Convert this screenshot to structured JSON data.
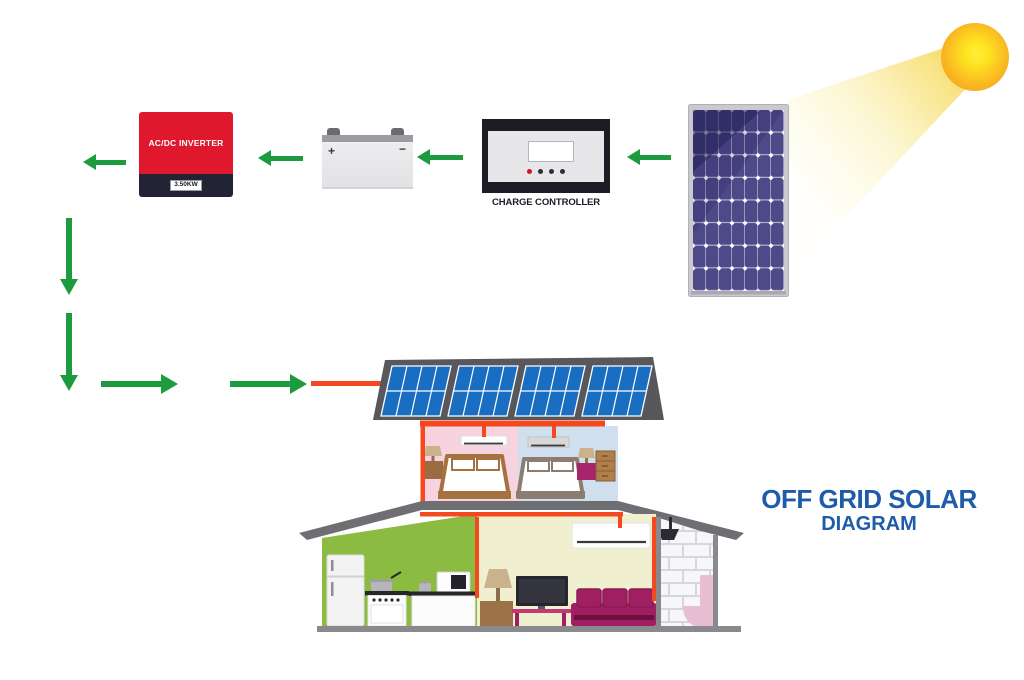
{
  "title": {
    "line1": "OFF GRID SOLAR",
    "line2": "DIAGRAM"
  },
  "inverter": {
    "label": "AC/DC INVERTER",
    "power_label": "3.50KW"
  },
  "battery": {
    "plus_label": "+",
    "minus_label": "−"
  },
  "charge_controller": {
    "label": "CHARGE CONTROLLER"
  },
  "icons": {
    "sun": "sun-disc",
    "beam": "sunlight-beam",
    "solar_panel": "pv-module",
    "battery": "battery-block",
    "charge_controller": "charge-controller-box",
    "inverter": "ac-dc-inverter-box",
    "flow_arrow": "green-flow-arrow",
    "wire": "orange-wire",
    "house": "house-cutaway"
  },
  "colors": {
    "arrow_green": "#1d9b3e",
    "wire_orange": "#f4491f",
    "inverter_red": "#e0182d",
    "inverter_navy": "#232336",
    "pv_cell_purple": "#4e4987",
    "roof_panel_blue": "#1a6ec2",
    "roof_gray": "#6f6f73",
    "bedroom_pink": "#f6d3de",
    "bedroom_blue": "#cfdfee",
    "kitchen_green": "#8cbb42",
    "living_cream": "#f0efcf",
    "sofa_magenta": "#a01f62",
    "title_blue": "#1e5ba8",
    "sun_core": "#ffe93c",
    "sun_edge": "#f49d1a"
  }
}
